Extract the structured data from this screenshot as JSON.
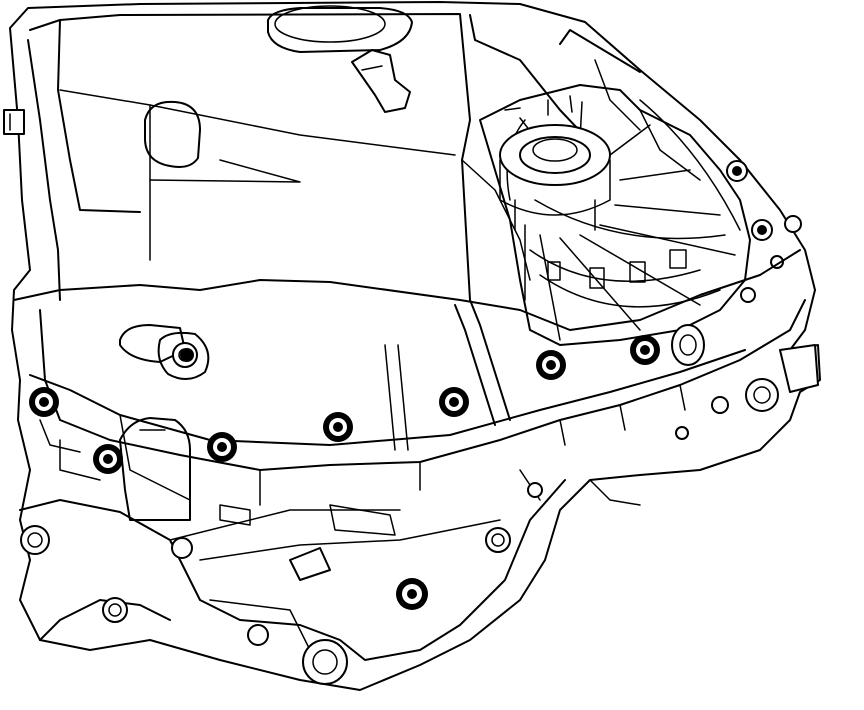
{
  "figure": {
    "subject": "transaxle-case-bolts",
    "style": "monochrome line drawing",
    "ink_color": "#000000",
    "paper_color": "#ffffff",
    "highlighted_bolt_count": 9
  }
}
